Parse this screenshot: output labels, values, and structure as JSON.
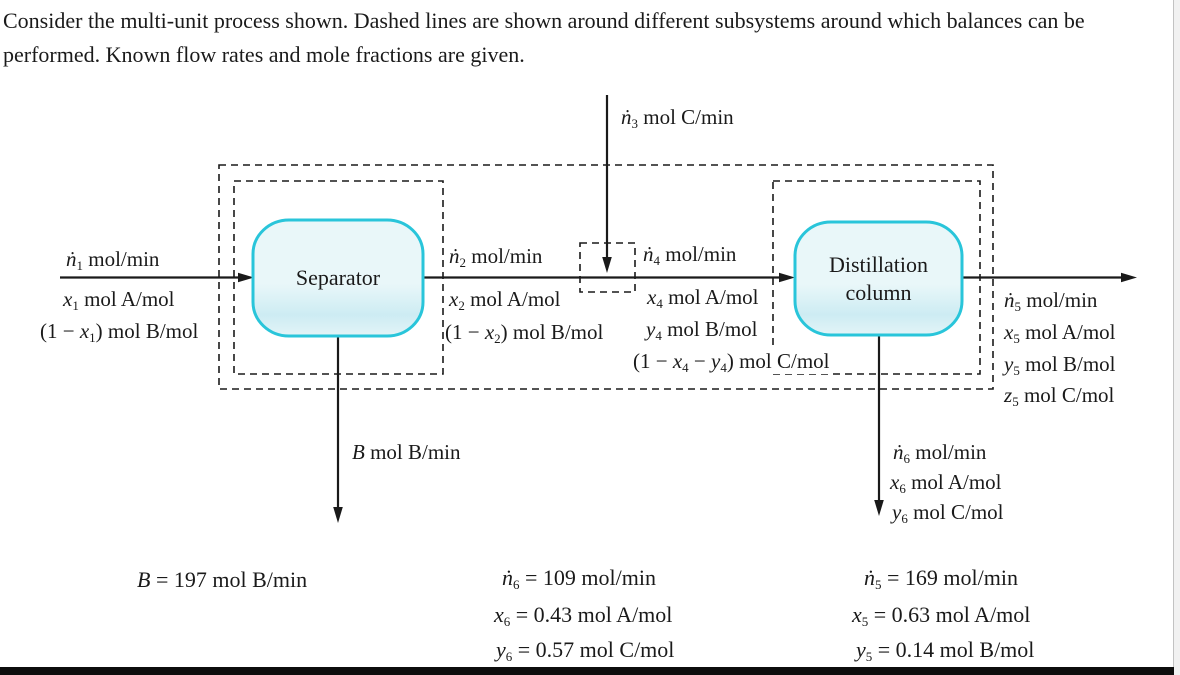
{
  "intro": {
    "line1": "Consider the multi-unit process shown. Dashed lines are shown around different subsystems around which balances can be",
    "line2": "performed. Known flow rates and mole fractions are given."
  },
  "units": {
    "separator_label": "Separator",
    "column_label_line1": "Distillation",
    "column_label_line2": "column"
  },
  "colors": {
    "unit_border": "#29c5da",
    "unit_fill": "#e9f7f9",
    "unit_fill_band": "#cdecf3",
    "ink": "#1a1a1a"
  },
  "streams": {
    "s1": {
      "l1": [
        {
          "v": "ṅ",
          "s": "1"
        },
        {
          "t": " mol/min"
        }
      ],
      "l2": [
        {
          "v": "x",
          "s": "1"
        },
        {
          "t": " mol A/mol"
        }
      ],
      "l3": [
        {
          "t": "(1 − "
        },
        {
          "v": "x",
          "s": "1"
        },
        {
          "t": ") mol B/mol"
        }
      ]
    },
    "s2": {
      "l1": [
        {
          "v": "ṅ",
          "s": "2"
        },
        {
          "t": " mol/min"
        }
      ],
      "l2": [
        {
          "v": "x",
          "s": "2"
        },
        {
          "t": " mol A/mol"
        }
      ],
      "l3": [
        {
          "t": "(1 − "
        },
        {
          "v": "x",
          "s": "2"
        },
        {
          "t": ") mol B/mol"
        }
      ]
    },
    "s3": {
      "l1": [
        {
          "v": "ṅ",
          "s": "3"
        },
        {
          "t": " mol C/min"
        }
      ]
    },
    "s4": {
      "l1": [
        {
          "v": "ṅ",
          "s": "4"
        },
        {
          "t": " mol/min"
        }
      ],
      "l2": [
        {
          "v": "x",
          "s": "4"
        },
        {
          "t": " mol A/mol"
        }
      ],
      "l3": [
        {
          "v": "y",
          "s": "4"
        },
        {
          "t": " mol B/mol"
        }
      ],
      "l4": [
        {
          "t": "(1 − "
        },
        {
          "v": "x",
          "s": "4"
        },
        {
          "t": " − "
        },
        {
          "v": "y",
          "s": "4"
        },
        {
          "t": ") mol C/mol"
        }
      ]
    },
    "s5": {
      "l1": [
        {
          "v": "ṅ",
          "s": "5"
        },
        {
          "t": " mol/min"
        }
      ],
      "l2": [
        {
          "v": "x",
          "s": "5"
        },
        {
          "t": " mol A/mol"
        }
      ],
      "l3": [
        {
          "v": "y",
          "s": "5"
        },
        {
          "t": " mol B/mol"
        }
      ],
      "l4": [
        {
          "v": "z",
          "s": "5"
        },
        {
          "t": " mol C/mol"
        }
      ]
    },
    "s6": {
      "l1": [
        {
          "v": "ṅ",
          "s": "6"
        },
        {
          "t": " mol/min"
        }
      ],
      "l2": [
        {
          "v": "x",
          "s": "6"
        },
        {
          "t": " mol A/mol"
        }
      ],
      "l3": [
        {
          "v": "y",
          "s": "6"
        },
        {
          "t": " mol C/mol"
        }
      ]
    },
    "sB": {
      "l1": [
        {
          "v": "B"
        },
        {
          "t": " mol B/min"
        }
      ]
    }
  },
  "summary": {
    "b": [
      {
        "v": "B"
      },
      {
        "t": " = 197 mol B/min"
      }
    ],
    "n6_flow": [
      {
        "v": "ṅ",
        "s": "6"
      },
      {
        "t": " = 109 mol/min"
      }
    ],
    "n6_xa": [
      {
        "v": "x",
        "s": "6"
      },
      {
        "t": " = 0.43 mol A/mol"
      }
    ],
    "n6_yc": [
      {
        "v": "y",
        "s": "6"
      },
      {
        "t": " = 0.57 mol C/mol"
      }
    ],
    "n5_flow": [
      {
        "v": "ṅ",
        "s": "5"
      },
      {
        "t": " = 169 mol/min"
      }
    ],
    "n5_xa": [
      {
        "v": "x",
        "s": "5"
      },
      {
        "t": " = 0.63 mol A/mol"
      }
    ],
    "n5_yb": [
      {
        "v": "y",
        "s": "5"
      },
      {
        "t": " = 0.14 mol B/mol"
      }
    ]
  }
}
